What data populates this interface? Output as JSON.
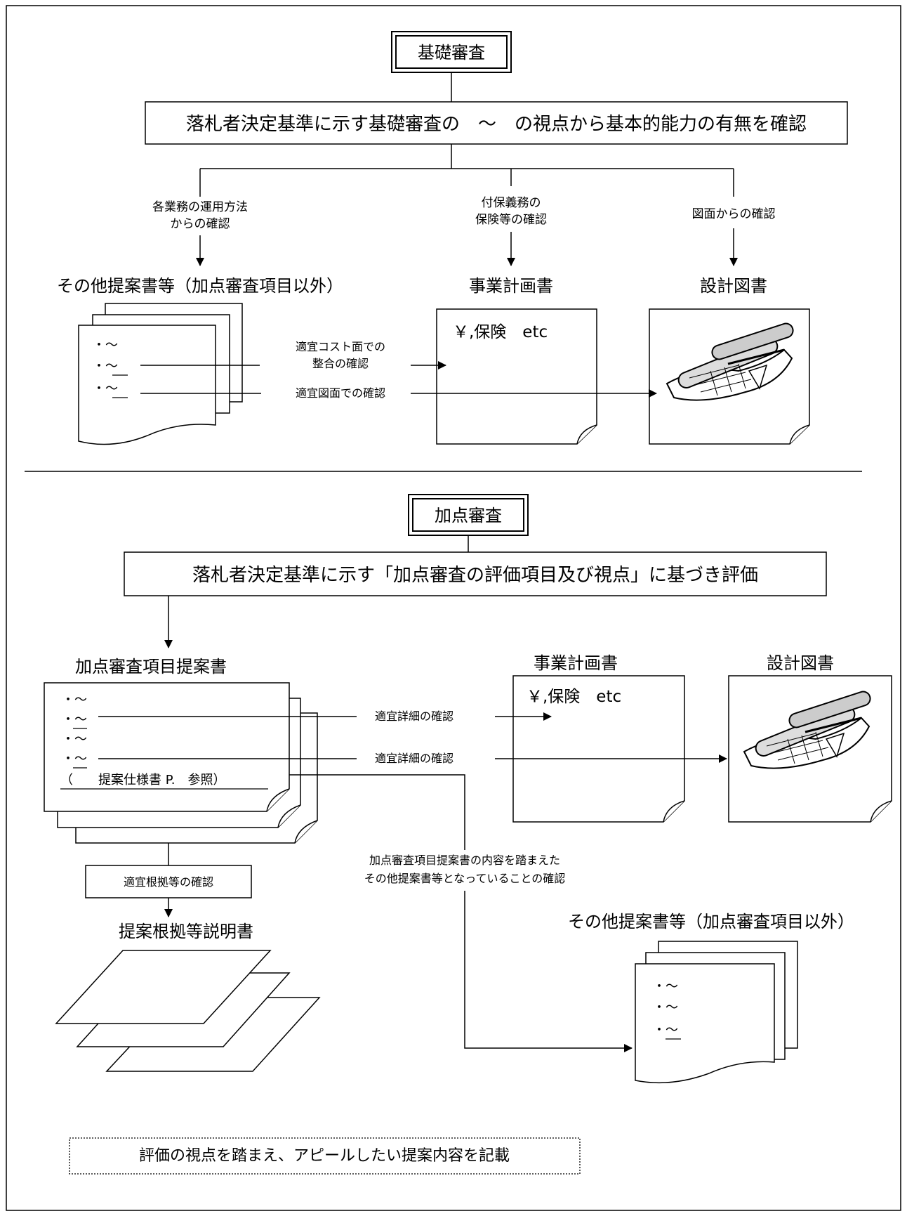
{
  "basic": {
    "title": "基礎審査",
    "banner": "落札者決定基準に示す基礎審査の　～　の視点から基本的能力の有無を確認",
    "branch_left_1": "各業務の運用方法",
    "branch_left_2": "からの確認",
    "branch_mid_1": "付保義務の",
    "branch_mid_2": "保険等の確認",
    "branch_right": "図面からの確認",
    "doc_other_title": "その他提案書等（加点審査項目以外）",
    "doc_plan_title": "事業計画書",
    "doc_drawing_title": "設計図書",
    "plan_text": "￥,保険　etc",
    "bullet_1": "・～",
    "bullet_2": "・～",
    "bullet_3": "・～",
    "arrow_cost_1": "適宜コスト面での",
    "arrow_cost_2": "整合の確認",
    "arrow_drawing": "適宜図面での確認"
  },
  "bonus": {
    "title": "加点審査",
    "banner": "落札者決定基準に示す「加点審査の評価項目及び視点」に基づき評価",
    "doc_proposal_title": "加点審査項目提案書",
    "doc_plan_title": "事業計画書",
    "doc_drawing_title": "設計図書",
    "plan_text": "￥,保険　etc",
    "bullet_1": "・～",
    "bullet_2": "・～",
    "bullet_3": "・～",
    "bullet_4": "・～",
    "spec_ref": "（　　提案仕様書 P.　参照）",
    "arrow_detail_1": "適宜詳細の確認",
    "arrow_detail_2": "適宜詳細の確認",
    "check_1": "加点審査項目提案書の内容を踏まえた",
    "check_2": "その他提案書等となっていることの確認",
    "basis_box": "適宜根拠等の確認",
    "basis_doc_title": "提案根拠等説明書",
    "other_title": "その他提案書等（加点審査項目以外）",
    "other_bullet_1": "・～",
    "other_bullet_2": "・～",
    "other_bullet_3": "・～",
    "note": "評価の視点を踏まえ、アピールしたい提案内容を記載"
  }
}
